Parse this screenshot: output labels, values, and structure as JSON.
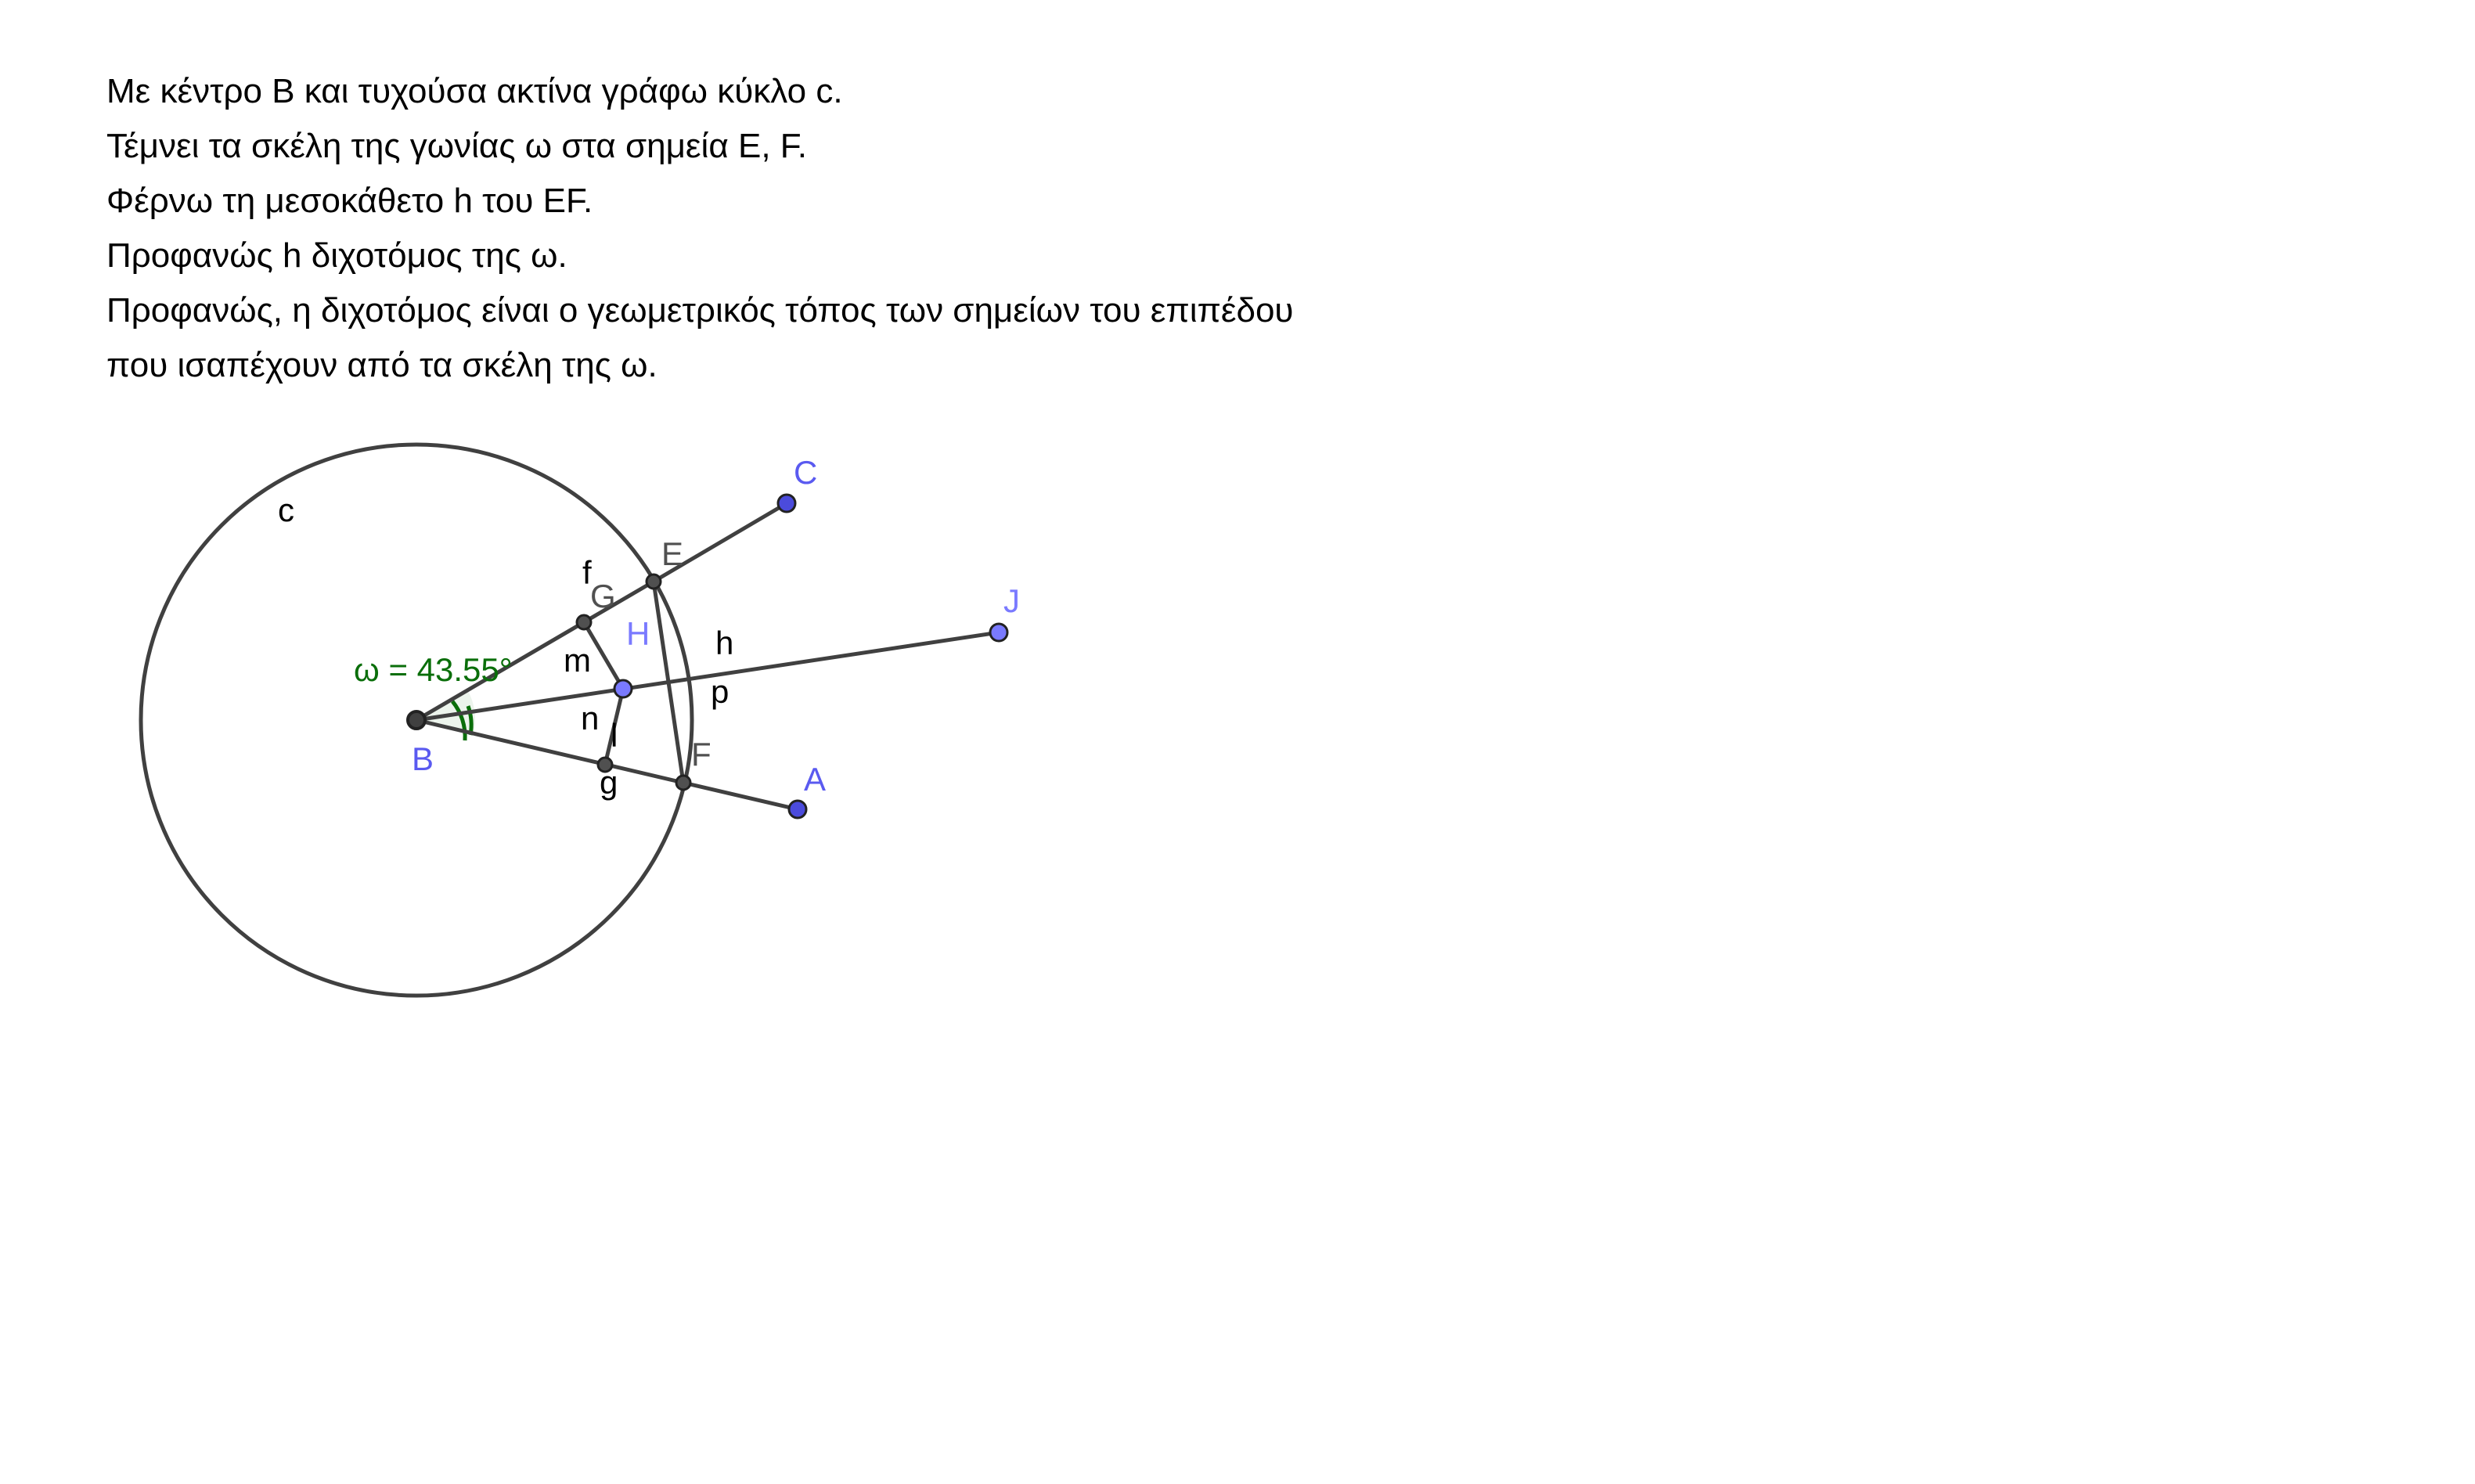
{
  "text": {
    "lines": [
      "Με κέντρο B και τυχούσα ακτίνα γράφω κύκλο c.",
      "Τέμνει τα σκέλη της γωνίας ω στα σημεία E, F.",
      "Φέρνω τη μεσοκάθετο h του EF.",
      "Προφανώς h διχοτόμος της ω.",
      "Προφανώς, η διχοτόμος είναι ο γεωμετρικός τόπος των σημείων του επιπέδου",
      "που ισαπέχουν από τα σκέλη της ω."
    ]
  },
  "diagram": {
    "angle_label": "ω = 43.55°",
    "points": {
      "B": "B",
      "C": "C",
      "A": "A",
      "J": "J",
      "E": "E",
      "F": "F",
      "G": "G",
      "H": "H"
    },
    "objects": {
      "circle": "c",
      "segment_f": "f",
      "segment_g": "g",
      "line_h": "h",
      "segment_m": "m",
      "segment_n": "n",
      "segment_p": "p",
      "segment_l": "l"
    },
    "colors": {
      "stroke": "#404040",
      "free_point": "#4b4bdc",
      "dependent_point": "#404040",
      "free_label": "#5a5af0",
      "dependent_label": "#505050",
      "angle": "#0a6e0a"
    }
  }
}
